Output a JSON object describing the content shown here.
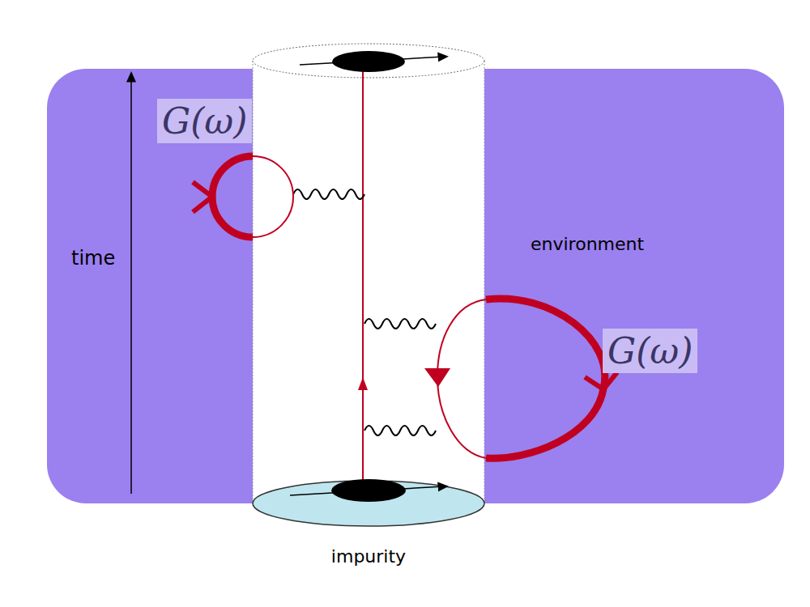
{
  "diagram": {
    "nodes": [
      {
        "text": [
          "environment"
        ]
      },
      {
        "text": [
          "impurity"
        ]
      }
    ],
    "labels": [
      "time",
      "G(ω)",
      "G(ω)"
    ]
  }
}
